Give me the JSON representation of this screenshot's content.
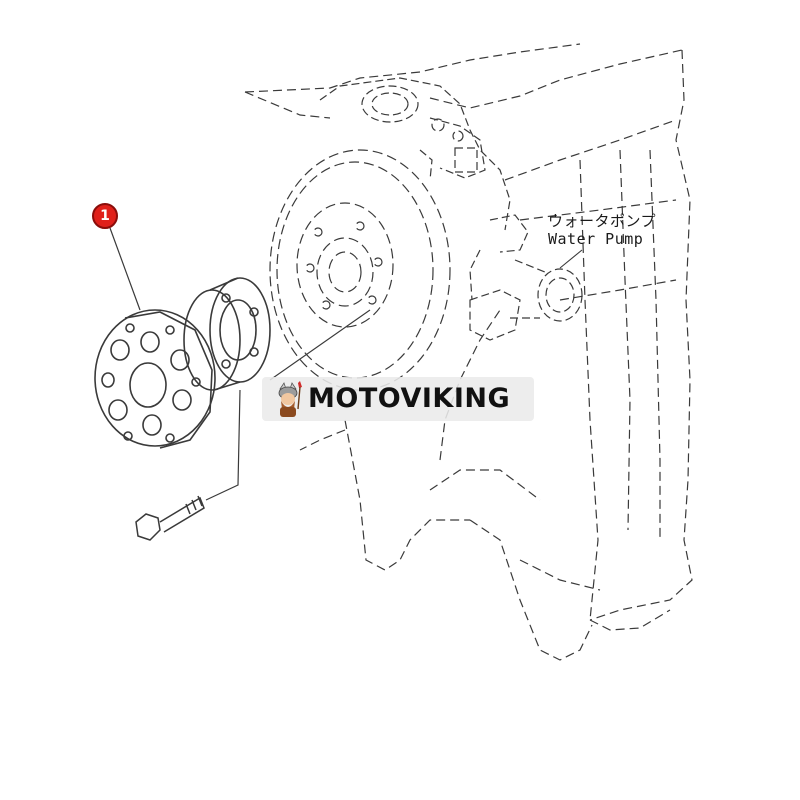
{
  "diagram": {
    "callout_number": "1",
    "label_japanese": "ウォータポンプ",
    "label_english": "Water Pump"
  },
  "watermark": {
    "text": "MOTOVIKING"
  },
  "colors": {
    "line": "#3a3a3a",
    "callout_fill": "#e0201a",
    "watermark_bg": "#ebebeb"
  }
}
